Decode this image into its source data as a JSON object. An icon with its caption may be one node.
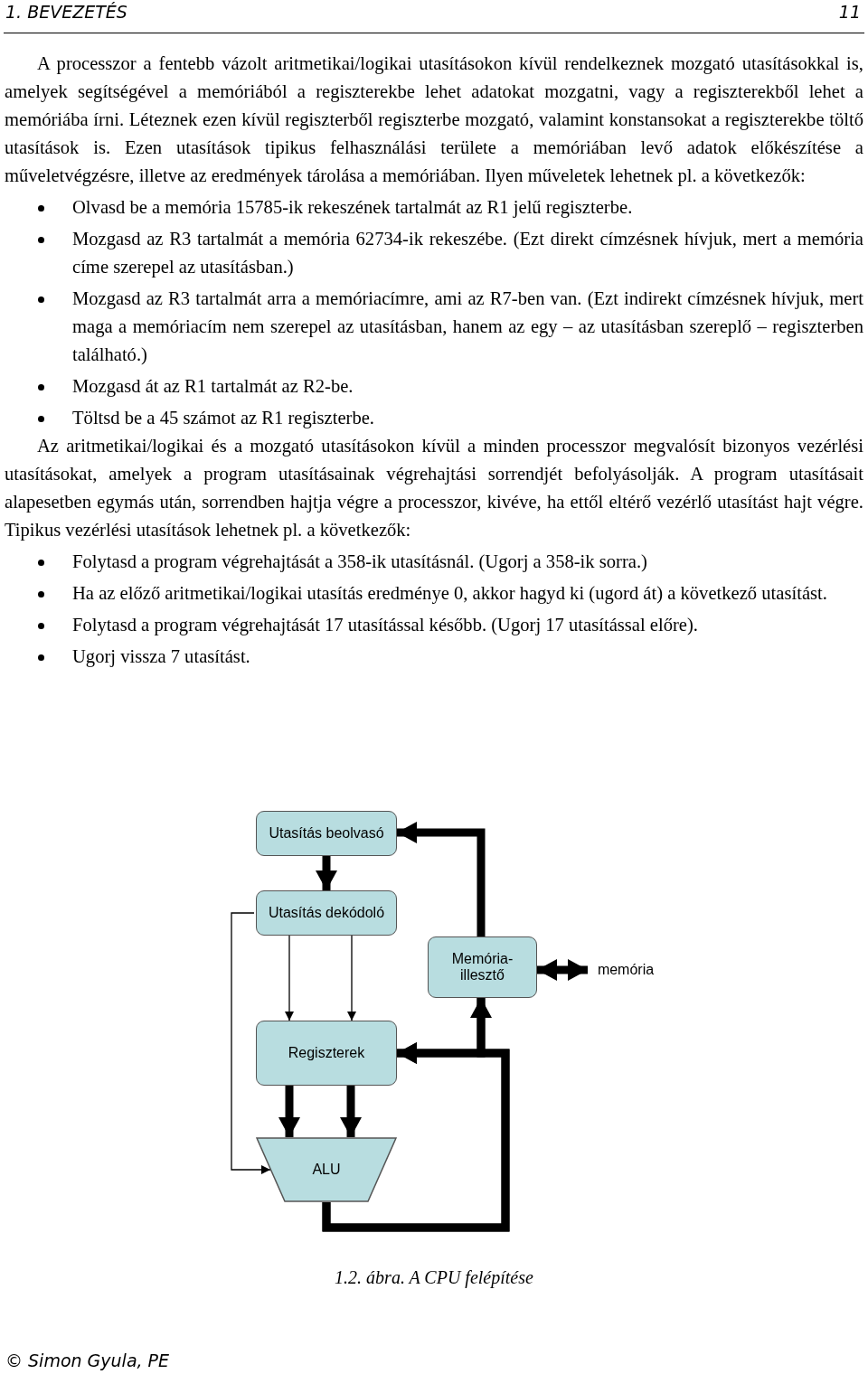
{
  "diagram": {
    "caption": "1.2. ábra. A CPU felépítése",
    "nodes": [
      {
        "text": [
          "Utasítás beolvasó"
        ]
      },
      {
        "text": [
          "Utasítás dekódoló"
        ]
      },
      {
        "text": [
          "Memória-illesztő"
        ]
      },
      {
        "text": [
          "memória"
        ]
      },
      {
        "text": [
          "Regiszterek"
        ]
      },
      {
        "text": [
          "ALU"
        ]
      }
    ],
    "edges": [
      {
        "from": 0,
        "to": 1,
        "arrow": "to"
      },
      {
        "from": 1,
        "to": 4,
        "arrow": "to"
      },
      {
        "from": 1,
        "to": 4,
        "arrow": "to"
      },
      {
        "from": 1,
        "to": 5,
        "arrow": "to"
      },
      {
        "from": 2,
        "to": 0,
        "arrow": "to"
      },
      {
        "from": 2,
        "to": 3,
        "arrow": "both"
      },
      {
        "from": 4,
        "to": 5,
        "arrow": "to"
      },
      {
        "from": 4,
        "to": 5,
        "arrow": "to"
      },
      {
        "from": 5,
        "to": 4,
        "arrow": "to"
      },
      {
        "from": 5,
        "to": 2,
        "arrow": "to"
      },
      {
        "from": 2,
        "to": 4,
        "arrow": "to"
      }
    ],
    "labels": [
      "1. BEVEZETÉS",
      "11",
      "A processzor a fentebb vázolt aritmetikai/logikai utasításokon kívül rendelkeznek mozgató utasításokkal is, amelyek segítségével a memóriából a regiszterekbe lehet adatokat mozgatni, vagy a regiszterekből lehet a memóriába írni. Léteznek ezen kívül regiszterből regiszterbe mozgató, valamint konstansokat a regiszterekbe töltő utasítások is. Ezen utasítások tipikus felhasználási területe a memóriában levő adatok előkészítése a műveletvégzésre, illetve az eredmények tárolása a memóriában. Ilyen műveletek lehetnek pl. a következők:",
      "Olvasd be a memória 15785-ik rekeszének tartalmát az R1 jelű regiszterbe.",
      "Mozgasd az R3 tartalmát a memória 62734-ik rekeszébe. (Ezt direkt címzésnek hívjuk, mert a memória címe szerepel az utasításban.)",
      "Mozgasd az R3 tartalmát arra a memóriacímre, ami az R7-ben van. (Ezt indirekt címzésnek hívjuk, mert maga a memóriacím nem szerepel az utasításban, hanem az egy – az utasításban szereplő – regiszterben található.)",
      "Mozgasd át az R1 tartalmát az R2-be.",
      "Töltsd be a 45 számot az R1 regiszterbe.",
      "Az aritmetikai/logikai és a mozgató utasításokon kívül a minden processzor megvalósít bizonyos vezérlési utasításokat, amelyek a program utasításainak végrehajtási sorrendjét befolyásolják. A program utasításait alapesetben egymás után, sorrendben hajtja végre a processzor, kivéve, ha ettől eltérő vezérlő utasítást hajt végre. Tipikus vezérlési utasítások lehetnek pl. a következők:",
      "Folytasd a program végrehajtását a 358-ik utasításnál. (Ugorj a 358-ik sorra.)",
      "Ha az előző aritmetikai/logikai utasítás eredménye 0, akkor hagyd ki (ugord át) a következő utasítást.",
      "Folytasd a program végrehajtását 17 utasítással később. (Ugorj 17 utasítással előre).",
      "Ugorj vissza 7 utasítást.",
      "© Simon Gyula, PE"
    ]
  }
}
